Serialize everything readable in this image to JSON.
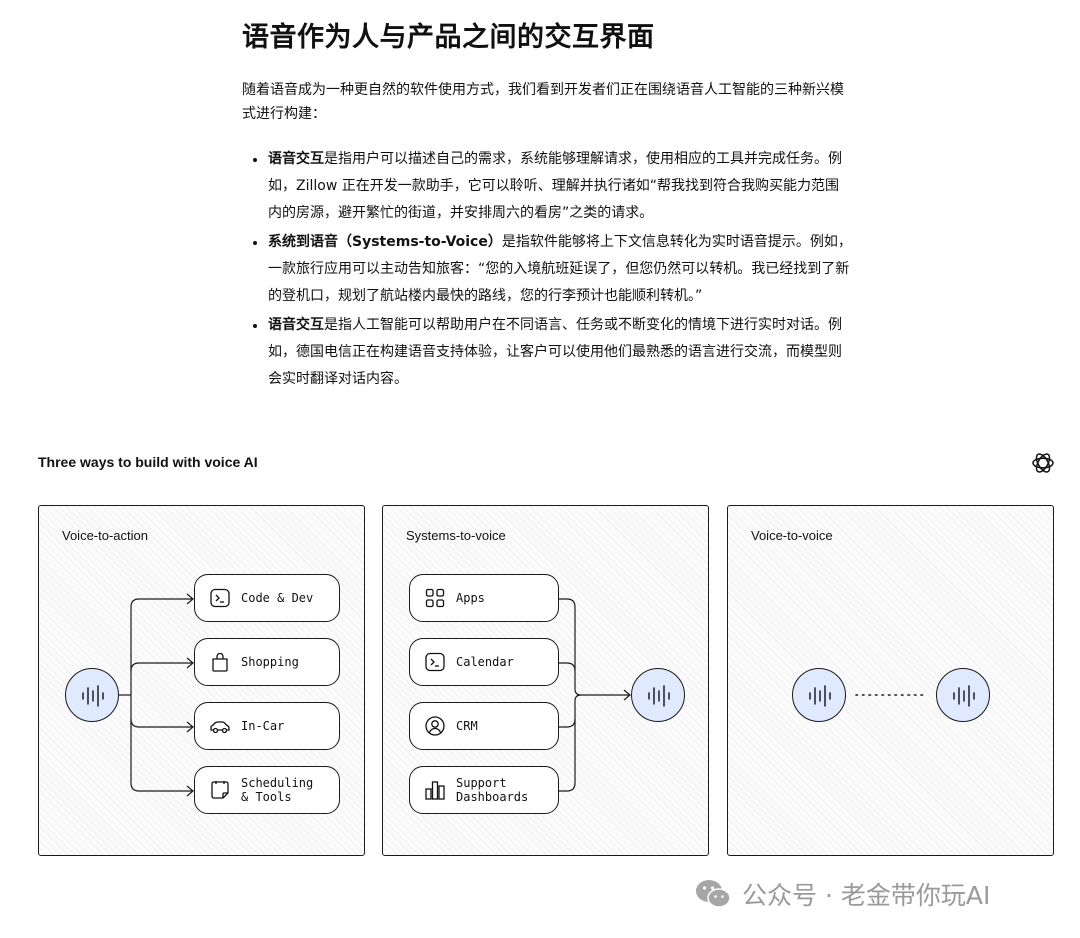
{
  "article": {
    "title": "语音作为人与产品之间的交互界面",
    "intro": "随着语音成为一种更自然的软件使用方式，我们看到开发者们正在围绕语音人工智能的三种新兴模式进行构建：",
    "bullets": [
      {
        "term": "语音交互",
        "text": "是指用户可以描述自己的需求，系统能够理解请求，使用相应的工具并完成任务。例如，Zillow 正在开发一款助手，它可以聆听、理解并执行诸如“帮我找到符合我购买能力范围内的房源，避开繁忙的街道，并安排周六的看房”之类的请求。"
      },
      {
        "term": "系统到语音（Systems-to-Voice）",
        "text": "是指软件能够将上下文信息转化为实时语音提示。例如，一款旅行应用可以主动告知旅客：“您的入境航班延误了，但您仍然可以转机。我已经找到了新的登机口，规划了航站楼内最快的路线，您的行李预计也能顺利转机。”"
      },
      {
        "term": "语音交互",
        "text": "是指人工智能可以帮助用户在不同语言、任务或不断变化的情境下进行实时对话。例如，德国电信正在构建语音支持体验，让客户可以使用他们最熟悉的语言进行交流，而模型则会实时翻译对话内容。"
      }
    ]
  },
  "diagram": {
    "title": "Three ways to build with voice AI",
    "logo_icon": "openai-logo-icon",
    "panels": [
      {
        "title": "Voice-to-action",
        "nodes": [
          {
            "label": "Code & Dev",
            "icon": "terminal-icon"
          },
          {
            "label": "Shopping",
            "icon": "shopping-bag-icon"
          },
          {
            "label": "In-Car",
            "icon": "car-icon"
          },
          {
            "label": "Scheduling\n& Tools",
            "icon": "note-icon"
          }
        ]
      },
      {
        "title": "Systems-to-voice",
        "nodes": [
          {
            "label": "Apps",
            "icon": "apps-grid-icon"
          },
          {
            "label": "Calendar",
            "icon": "terminal-icon"
          },
          {
            "label": "CRM",
            "icon": "user-circle-icon"
          },
          {
            "label": "Support\nDashboards",
            "icon": "bar-chart-icon"
          }
        ]
      },
      {
        "title": "Voice-to-voice",
        "nodes": []
      }
    ],
    "colors": {
      "voice_fill": "#dfe9ff",
      "stroke": "#1a1a1a"
    }
  },
  "watermark": {
    "text": "公众号 · 老金带你玩AI",
    "icon": "wechat-icon"
  }
}
